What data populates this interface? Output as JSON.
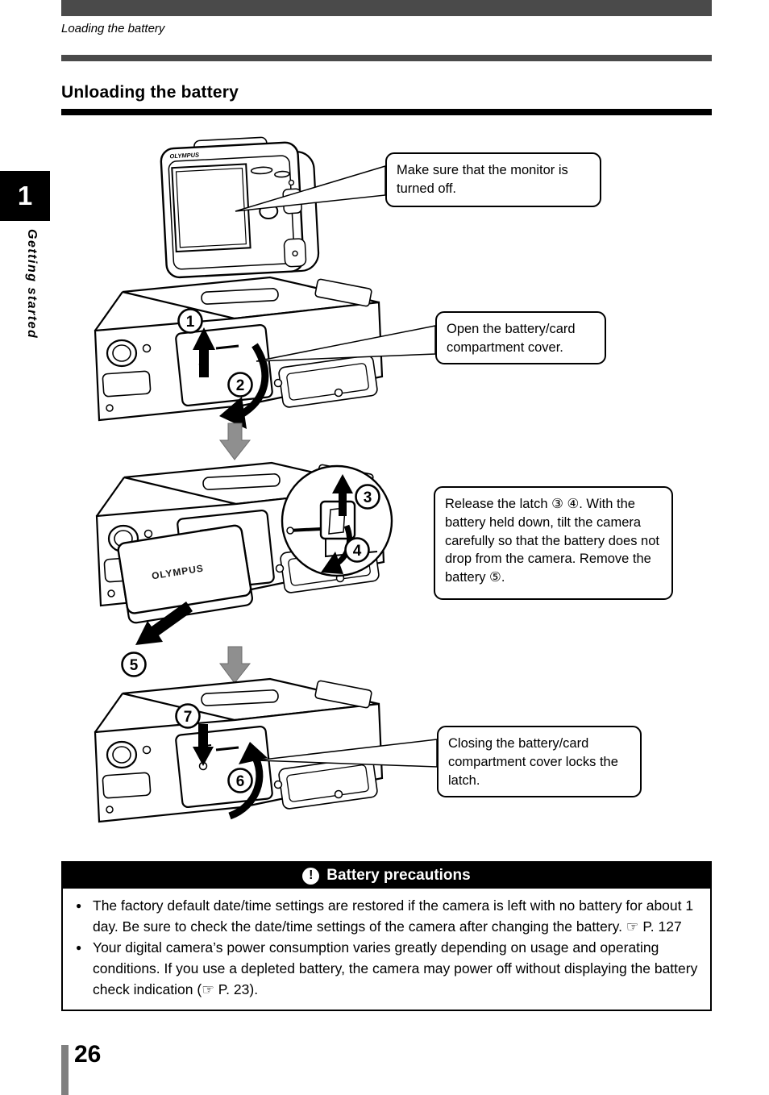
{
  "page": {
    "running_header": "Loading the battery",
    "section_title": "Unloading the battery",
    "page_number": "26"
  },
  "sidebar": {
    "chapter_number": "1",
    "chapter_label": "Getting started"
  },
  "figure": {
    "camera_brand": "OLYMPUS",
    "battery_brand": "OLYMPUS",
    "steps": {
      "n1": "1",
      "n2": "2",
      "n3": "3",
      "n4": "4",
      "n5": "5",
      "n6": "6",
      "n7": "7"
    },
    "callouts": [
      {
        "text": "Make sure that the monitor is turned off."
      },
      {
        "text": "Open the battery/card compartment cover."
      },
      {
        "text": "Release the latch ③ ④. With the battery held down, tilt the camera carefully so that the battery does not drop from the camera. Remove the battery ⑤."
      },
      {
        "text": "Closing the battery/card compartment cover locks the latch."
      }
    ]
  },
  "precautions": {
    "title": "Battery precautions",
    "icon": "exclamation-icon",
    "exclamation_glyph": "!",
    "bullets": [
      "The factory default date/time settings are restored if the camera is left with no battery for about 1 day. Be sure to check the date/time settings of the camera after changing the battery. ☞ P. 127",
      "Your digital camera’s power consumption varies greatly depending on usage and operating conditions. If you use a depleted battery, the camera may power off without displaying the battery check indication (☞ P. 23)."
    ]
  },
  "colors": {
    "bar_gray": "#4a4a4a",
    "arrow_gray": "#8f8f8f",
    "footer_gray": "#808080",
    "black": "#000000"
  }
}
